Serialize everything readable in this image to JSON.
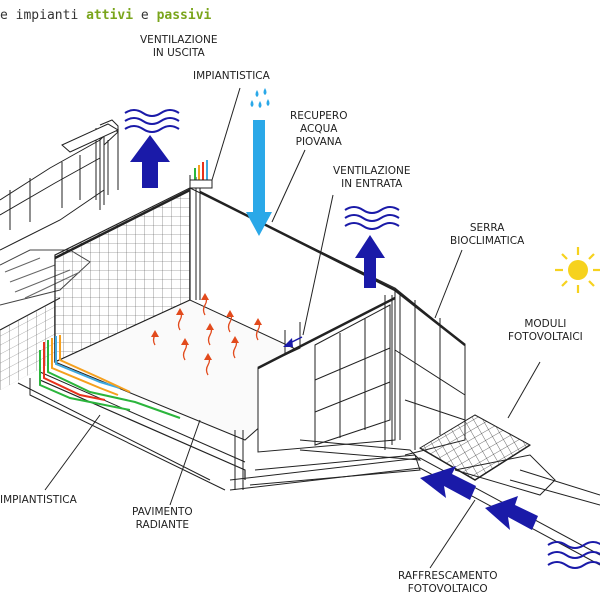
{
  "title": {
    "prefix": "e impianti",
    "word_active": "attivi",
    "conjunction": "e",
    "word_passive": "passivi"
  },
  "labels": {
    "vent_out_1": "VENTILAZIONE",
    "vent_out_2": "IN USCITA",
    "impiantistica_top": "IMPIANTISTICA",
    "recupero_1": "RECUPERO",
    "recupero_2": "ACQUA",
    "recupero_3": "PIOVANA",
    "vent_in_1": "VENTILAZIONE",
    "vent_in_2": "IN ENTRATA",
    "serra_1": "SERRA",
    "serra_2": "BIOCLIMATICA",
    "moduli_1": "MODULI",
    "moduli_2": "FOTOVOLTAICI",
    "impiantistica_bottom": "IMPIANTISTICA",
    "pavimento_1": "PAVIMENTO",
    "pavimento_2": "RADIANTE",
    "raffrescamento_1": "RAFFRESCAMENTO",
    "raffrescamento_2": "FOTOVOLTAICO"
  },
  "colors": {
    "title_accent": "#7aa51c",
    "air_arrow": "#1a1aa8",
    "water_arrow": "#2aa8e8",
    "heat_arrow": "#e24a1c",
    "sun": "#f6d21e",
    "pipe_green": "#2bb53c",
    "pipe_orange": "#f5a01e",
    "pipe_red": "#e8321c",
    "pipe_blue": "#3fa9e0",
    "line": "#222222"
  }
}
